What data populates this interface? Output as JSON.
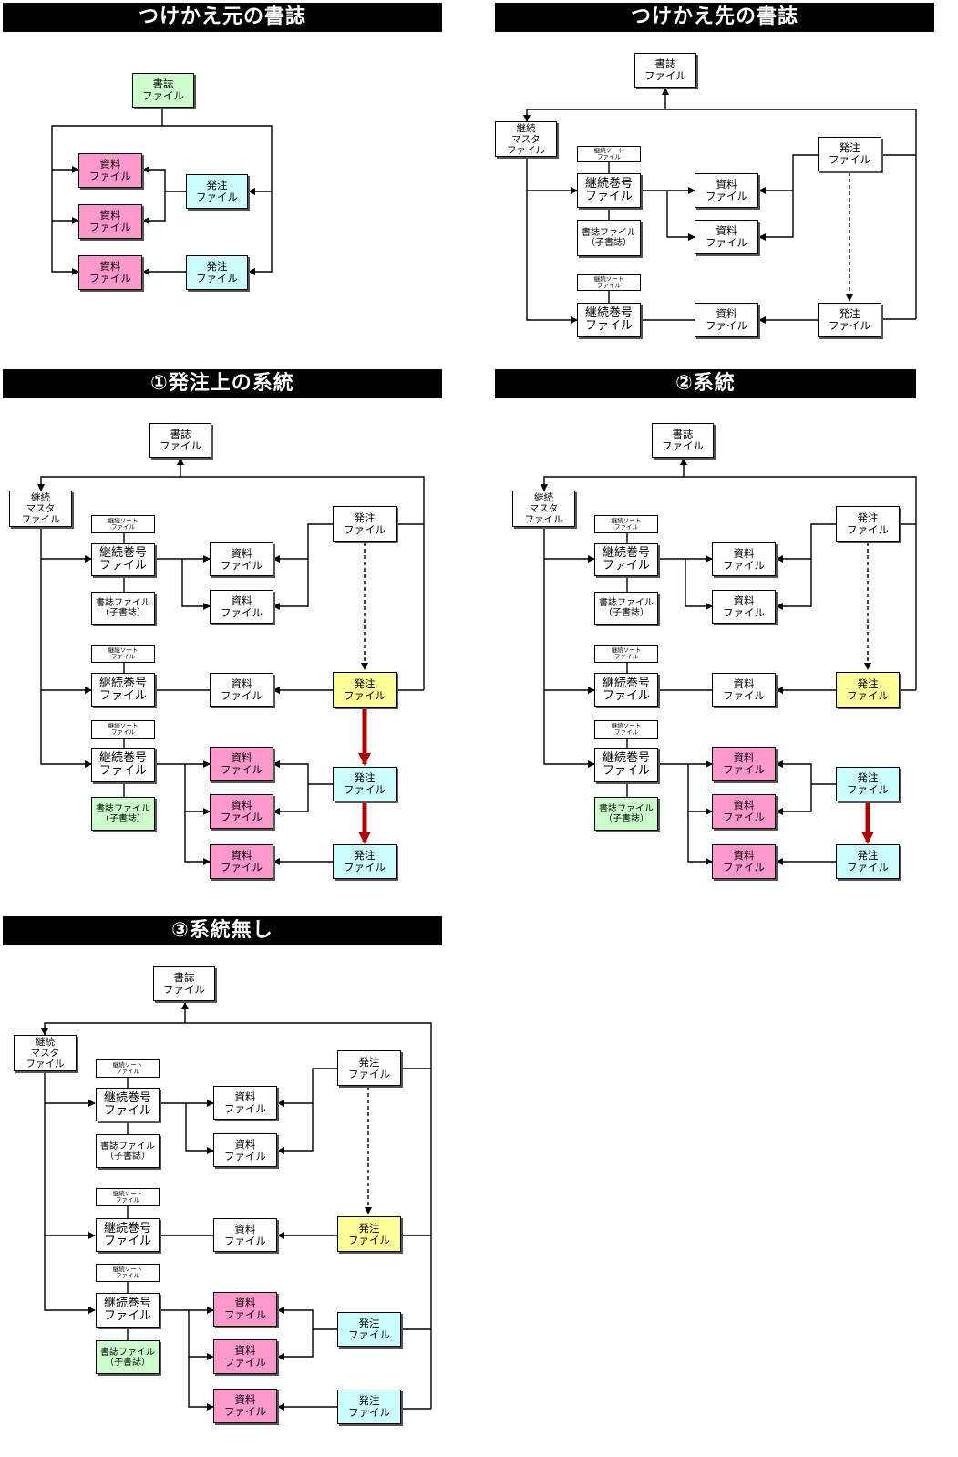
{
  "headers": {
    "source": "つけかえ元の書誌",
    "dest": "つけかえ先の書誌",
    "case1": "①発注上の系統",
    "case2": "②系統",
    "case3": "③系統無し"
  },
  "labels": {
    "shoshi_1": "書誌",
    "shoshi_2": "ファイル",
    "shiryo_1": "資料",
    "shiryo_2": "ファイル",
    "hatchu_1": "発注",
    "hatchu_2": "ファイル",
    "keizoku_1": "継続",
    "keizoku_2": "マスタ",
    "keizoku_3": "ファイル",
    "kanpo_1": "継続巻号",
    "kanpo_2": "ファイル",
    "sort_1": "継続ソート",
    "sort_2": "ファイル",
    "child_1": "書誌ファイル",
    "child_2": "（子書誌）"
  },
  "colors": {
    "pink": "#ff99cc",
    "cyan": "#ccffff",
    "green": "#ccffcc",
    "yellow": "#ffff99",
    "red_arrow": "#aa0000"
  }
}
